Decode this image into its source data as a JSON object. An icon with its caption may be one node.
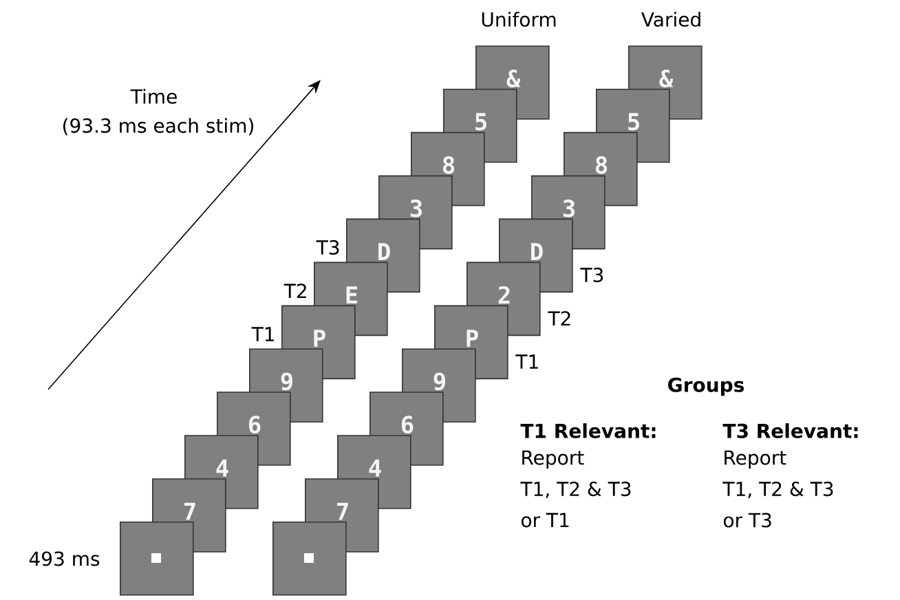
{
  "diagram": {
    "nodes": [
      {
        "text": [],
        "shape": "box",
        "beside": [
          "493 ms"
        ]
      },
      {
        "text": [
          "7"
        ]
      },
      {
        "text": [
          "4"
        ]
      },
      {
        "text": [
          "6"
        ]
      },
      {
        "text": [
          "9"
        ]
      },
      {
        "text": [
          "P"
        ],
        "beside": [
          "T1"
        ]
      },
      {
        "text": [
          "E"
        ],
        "beside": [
          "T2"
        ]
      },
      {
        "text": [
          "D"
        ],
        "beside": [
          "T3"
        ]
      },
      {
        "text": [
          "3"
        ]
      },
      {
        "text": [
          "8"
        ]
      },
      {
        "text": [
          "5"
        ]
      },
      {
        "text": [
          "&"
        ]
      },
      {
        "text": [],
        "shape": "box"
      },
      {
        "text": [
          "7"
        ]
      },
      {
        "text": [
          "4"
        ]
      },
      {
        "text": [
          "6"
        ]
      },
      {
        "text": [
          "9"
        ]
      },
      {
        "text": [
          "P"
        ],
        "beside": [
          "T1"
        ]
      },
      {
        "text": [
          "2"
        ],
        "beside": [
          "T2"
        ]
      },
      {
        "text": [
          "D"
        ],
        "beside": [
          "T3"
        ]
      },
      {
        "text": [
          "3"
        ]
      },
      {
        "text": [
          "8"
        ]
      },
      {
        "text": [
          "5"
        ]
      },
      {
        "text": [
          "&"
        ]
      }
    ],
    "labels": [
      "Uniform",
      "Varied",
      "Time",
      "(93.3 ms each stim)",
      "Groups",
      "T1 Relevant:",
      "Report",
      "T1, T2 & T3",
      "or T1",
      "T3 Relevant:",
      "Report",
      "T1, T2 & T3",
      "or T3"
    ]
  }
}
